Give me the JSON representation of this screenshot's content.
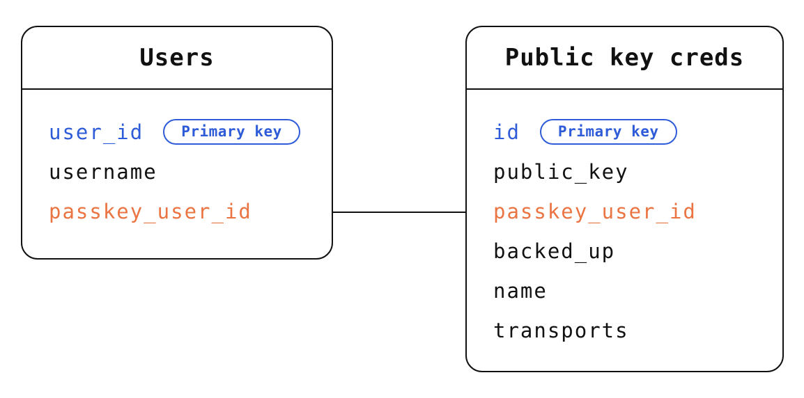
{
  "colors": {
    "ink": "#111111",
    "primary_blue": "#2e5bd8",
    "accent_orange": "#ea7442",
    "background": "#ffffff"
  },
  "tables": [
    {
      "title": "Users",
      "fields": [
        {
          "name": "user_id",
          "color": "blue",
          "badge": "Primary key"
        },
        {
          "name": "username",
          "color": "black"
        },
        {
          "name": "passkey_user_id",
          "color": "orange"
        }
      ]
    },
    {
      "title": "Public key creds",
      "fields": [
        {
          "name": "id",
          "color": "blue",
          "badge": "Primary key"
        },
        {
          "name": "public_key",
          "color": "black"
        },
        {
          "name": "passkey_user_id",
          "color": "orange"
        },
        {
          "name": "backed_up",
          "color": "black"
        },
        {
          "name": "name",
          "color": "black"
        },
        {
          "name": "transports",
          "color": "black"
        }
      ]
    }
  ],
  "relationship": {
    "from_table": "Users",
    "from_field": "passkey_user_id",
    "to_table": "Public key creds",
    "to_field": "passkey_user_id"
  }
}
